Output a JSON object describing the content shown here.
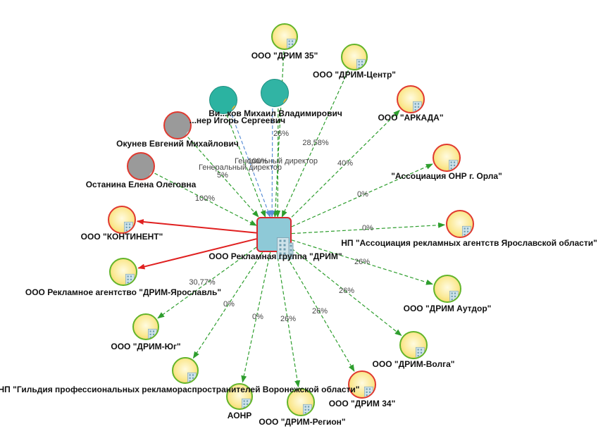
{
  "graph": {
    "center": {
      "id": "drim_group",
      "label": "ООО Рекламная группа \"ДРИМ\""
    },
    "nodes": [
      {
        "id": "drim35",
        "label": "ООО \"ДРИМ 35\"",
        "kind": "org",
        "border": "green"
      },
      {
        "id": "drim_center",
        "label": "ООО \"ДРИМ-Центр\"",
        "kind": "org",
        "border": "green"
      },
      {
        "id": "arkada",
        "label": "ООО \"АРКАДА\"",
        "kind": "org",
        "border": "red"
      },
      {
        "id": "assoc_orel",
        "label": "\"Ассоциация ОНР г. Орла\"",
        "kind": "org",
        "border": "red"
      },
      {
        "id": "np_yar",
        "label": "НП \"Ассоциация рекламных агентств Ярославской области\"",
        "kind": "org",
        "border": "red"
      },
      {
        "id": "drim_outdoor",
        "label": "ООО \"ДРИМ Аутдор\"",
        "kind": "org",
        "border": "green"
      },
      {
        "id": "drim_volga",
        "label": "ООО \"ДРИМ-Волга\"",
        "kind": "org",
        "border": "green"
      },
      {
        "id": "drim34",
        "label": "ООО \"ДРИМ 34\"",
        "kind": "org",
        "border": "red"
      },
      {
        "id": "drim_region",
        "label": "ООО \"ДРИМ-Регион\"",
        "kind": "org",
        "border": "green"
      },
      {
        "id": "aonr",
        "label": "АОНР",
        "kind": "org",
        "border": "green"
      },
      {
        "id": "np_guild",
        "label": "НП \"Гильдия профессиональных рекламораспространителей Воронежской области\"",
        "kind": "org",
        "border": "green"
      },
      {
        "id": "drim_yug",
        "label": "ООО \"ДРИМ-Юг\"",
        "kind": "org",
        "border": "green"
      },
      {
        "id": "drim_yar",
        "label": "ООО Рекламное агентство \"ДРИМ-Ярославль\"",
        "kind": "org",
        "border": "green"
      },
      {
        "id": "kontinent",
        "label": "ООО \"КОНТИНЕНТ\"",
        "kind": "org",
        "border": "red"
      },
      {
        "id": "ostanina",
        "label": "Останина Елена Олеговна",
        "kind": "person",
        "style": "gray"
      },
      {
        "id": "okunev",
        "label": "Окунев Евгений Михайлович",
        "kind": "person",
        "style": "gray"
      },
      {
        "id": "igor",
        "label": "...нер Игорь Сергеевич",
        "kind": "person",
        "style": "teal"
      },
      {
        "id": "mikhail",
        "label": "Ви...ков Михаил Владимирович",
        "kind": "person",
        "style": "amber"
      }
    ],
    "edges": [
      {
        "from": "drim35",
        "to": "drim_group",
        "type": "green-dashed",
        "label": ""
      },
      {
        "from": "drim_center",
        "to": "drim_group",
        "type": "green-dashed",
        "label": "28,58%"
      },
      {
        "from": "drim_group",
        "to": "arkada",
        "type": "green-dashed",
        "label": "40%"
      },
      {
        "from": "drim_group",
        "to": "assoc_orel",
        "type": "green-dashed",
        "label": "0%"
      },
      {
        "from": "drim_group",
        "to": "np_yar",
        "type": "green-dashed",
        "label": "0%"
      },
      {
        "from": "drim_group",
        "to": "drim_outdoor",
        "type": "green-dashed",
        "label": "26%"
      },
      {
        "from": "drim_group",
        "to": "drim_volga",
        "type": "green-dashed",
        "label": "26%"
      },
      {
        "from": "drim_group",
        "to": "drim34",
        "type": "green-dashed",
        "label": "26%"
      },
      {
        "from": "drim_group",
        "to": "drim_region",
        "type": "green-dashed",
        "label": "26%"
      },
      {
        "from": "drim_group",
        "to": "aonr",
        "type": "green-dashed",
        "label": "0%"
      },
      {
        "from": "drim_group",
        "to": "np_guild",
        "type": "green-dashed",
        "label": "0%"
      },
      {
        "from": "drim_group",
        "to": "drim_yug",
        "type": "green-dashed",
        "label": "30,77%"
      },
      {
        "from": "drim_group",
        "to": "drim_yar",
        "type": "red-solid",
        "label": ""
      },
      {
        "from": "drim_group",
        "to": "kontinent",
        "type": "red-solid",
        "label": ""
      },
      {
        "from": "ostanina",
        "to": "drim_group",
        "type": "green-dashed",
        "label": "100%"
      },
      {
        "from": "okunev",
        "to": "drim_group",
        "type": "green-dashed",
        "label": "5%"
      },
      {
        "from": "igor",
        "to": "drim_group",
        "type": "green-dashed",
        "label": ""
      },
      {
        "from": "igor",
        "to": "drim_group",
        "type": "blue-dashed",
        "label": "Генеральный директор"
      },
      {
        "from": "mikhail",
        "to": "drim_group",
        "type": "green-dashed",
        "label": "26%"
      },
      {
        "from": "mikhail",
        "to": "drim_group",
        "type": "blue-dashed",
        "label": "Генеральный директор"
      }
    ],
    "overlay_labels": [
      "100%"
    ],
    "colors": {
      "green_edge": "#2e9e2e",
      "red_edge": "#e02020",
      "blue_edge": "#5b8fd6",
      "org_fill": "#fbe995",
      "org_border_green": "#63b52a",
      "org_border_red": "#e0392f",
      "center_fill": "#8ec9d7",
      "center_border": "#d9272e",
      "person_teal": "#2bb3a1",
      "person_gray": "#9a9a9a",
      "person_skin": "#f5b233"
    },
    "icons": {
      "org": "office-building-icon",
      "person": "user-avatar-icon"
    }
  }
}
